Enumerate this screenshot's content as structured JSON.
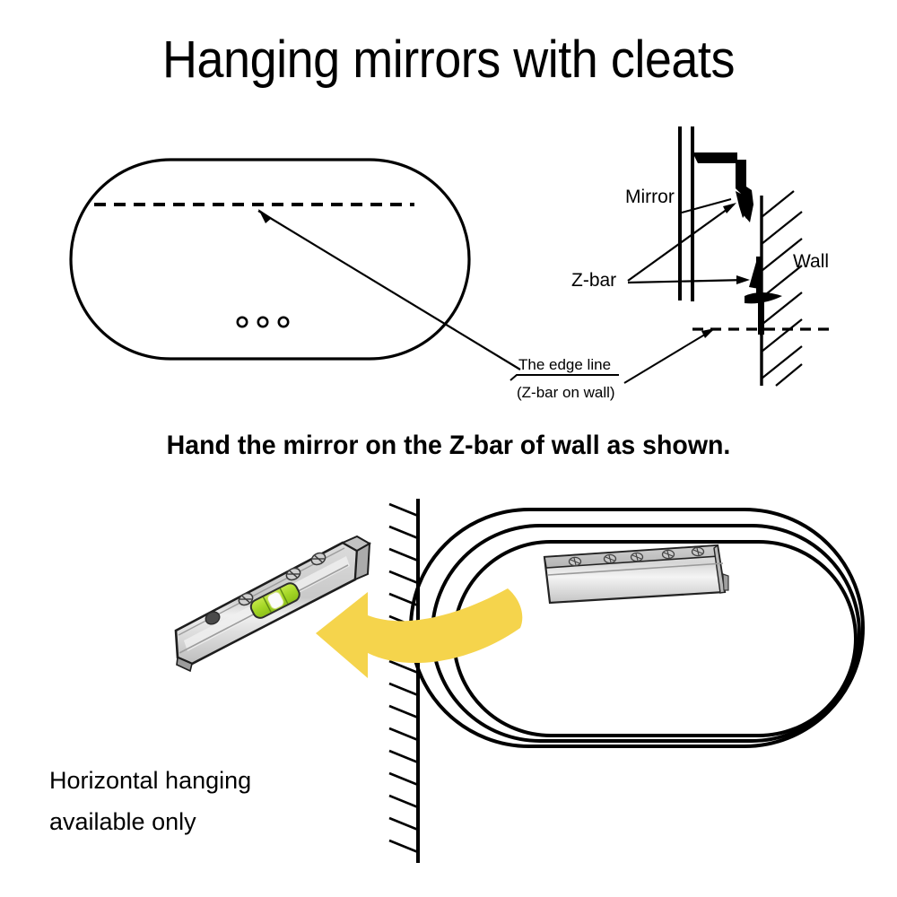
{
  "page": {
    "title": "Hanging mirrors with cleats",
    "background_color": "#ffffff",
    "ink_color": "#000000"
  },
  "step_top": {
    "caption": "Hand the mirror on the Z-bar of wall as shown.",
    "mirror_diagram": {
      "name": "pill-shaped mirror top view",
      "dash_line_label": "edge line marker",
      "screw_dots": 3
    },
    "cross_section": {
      "labels": {
        "mirror": "Mirror",
        "zbar": "Z-bar",
        "wall": "Wall",
        "edge_line_1": "The edge line",
        "edge_line_2": "(Z-bar on wall)"
      }
    }
  },
  "step_bottom": {
    "footer_line_1": "Horizontal hanging",
    "footer_line_2": "available only",
    "cleat_wall": {
      "name": "z-bar cleat with bubble level",
      "screw_count": 3,
      "level_vial_color": "#A9D829",
      "metal_light": "#f2f2f2",
      "metal_mid": "#cfcfcf",
      "metal_dark": "#a8a8a8"
    },
    "cleat_mirror": {
      "name": "z-bar cleat on mirror back",
      "screw_count": 5
    },
    "arrow": {
      "name": "mounting direction arrow",
      "color": "#F5D44C",
      "direction": "left"
    },
    "mirror_outlines": 3
  },
  "colors": {
    "arrow_yellow": "#F5D44C",
    "level_green": "#A9D829",
    "metal_gray": "#cccccc"
  }
}
